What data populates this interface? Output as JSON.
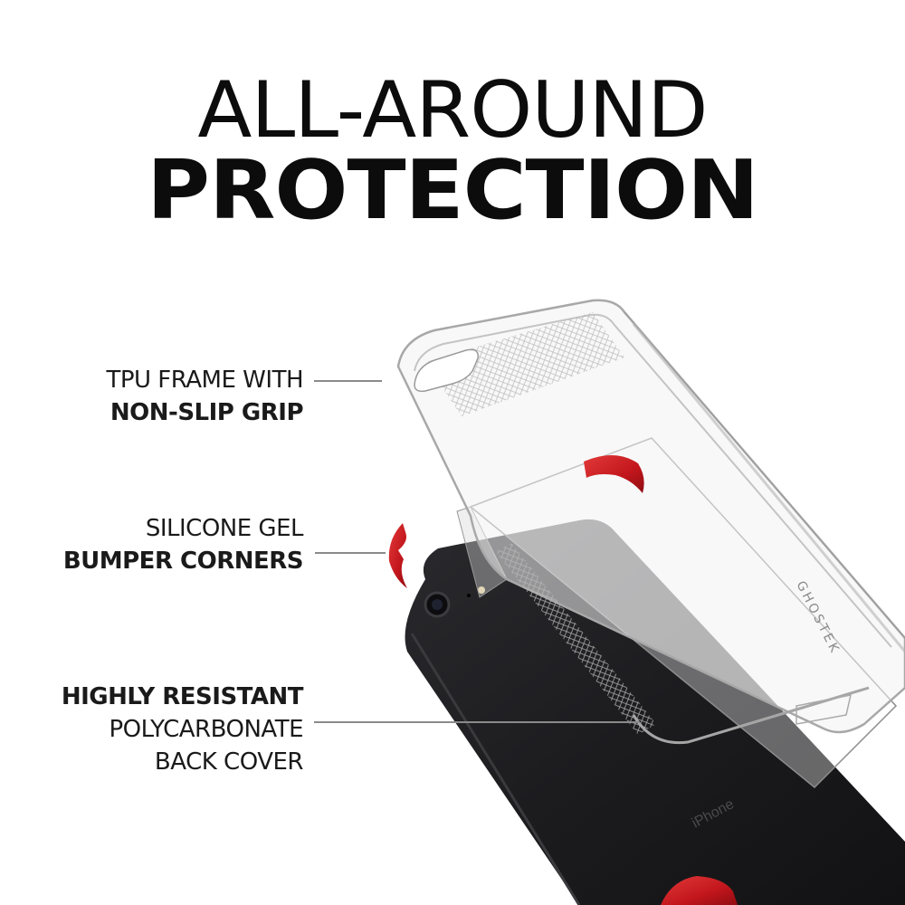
{
  "headline": {
    "line1": "ALL-AROUND",
    "line2": "PROTECTION"
  },
  "callouts": [
    {
      "light": "TPU FRAME WITH",
      "bold": "NON-SLIP GRIP",
      "order": "light-first"
    },
    {
      "light": "SILICONE GEL",
      "bold": "BUMPER CORNERS",
      "order": "light-first"
    },
    {
      "bold": "HIGHLY RESISTANT",
      "light": "POLYCARBONATE",
      "light2": "BACK COVER",
      "order": "bold-first"
    }
  ],
  "product": {
    "phone_label": "iPhone",
    "case_brand_engraving": "GHOSTEK"
  },
  "colors": {
    "text": "#111111",
    "leader_line": "#8a8a8a",
    "bumper_red": "#c41a1f",
    "phone_body": "#1d1d20",
    "background": "#ffffff"
  }
}
